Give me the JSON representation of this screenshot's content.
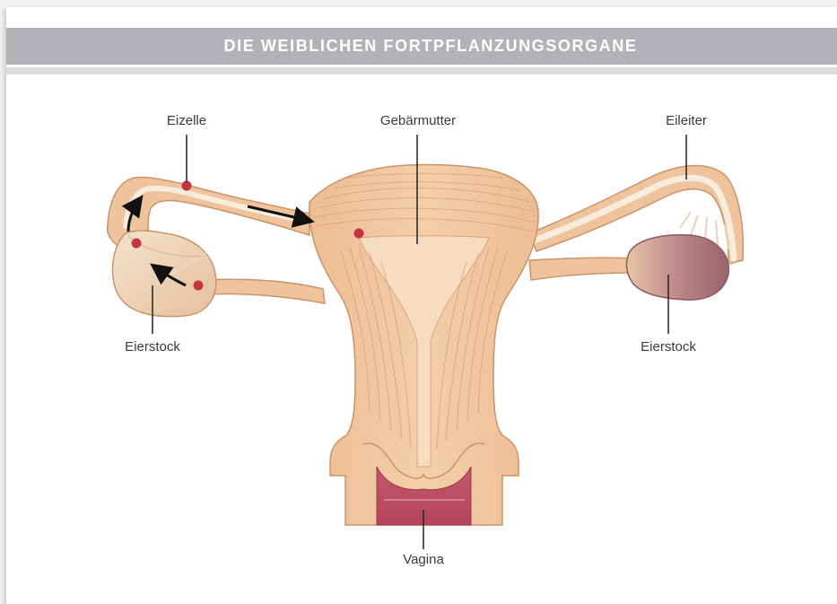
{
  "title": "DIE WEIBLICHEN FORTPFLANZUNGSORGANE",
  "labels": {
    "eizelle": "Eizelle",
    "gebaermutter": "Gebärmutter",
    "eileiter": "Eileiter",
    "eierstock_left": "Eierstock",
    "eierstock_right": "Eierstock",
    "vagina": "Vagina"
  },
  "colors": {
    "tissue": "#f2c9a1",
    "tissue_dark": "#d9a77e",
    "tube_inner": "#f6ebd9",
    "egg": "#c4343c",
    "ovary_right": "#b07a80",
    "vagina": "#b5495c",
    "title_bar": "#b2b3b6"
  }
}
